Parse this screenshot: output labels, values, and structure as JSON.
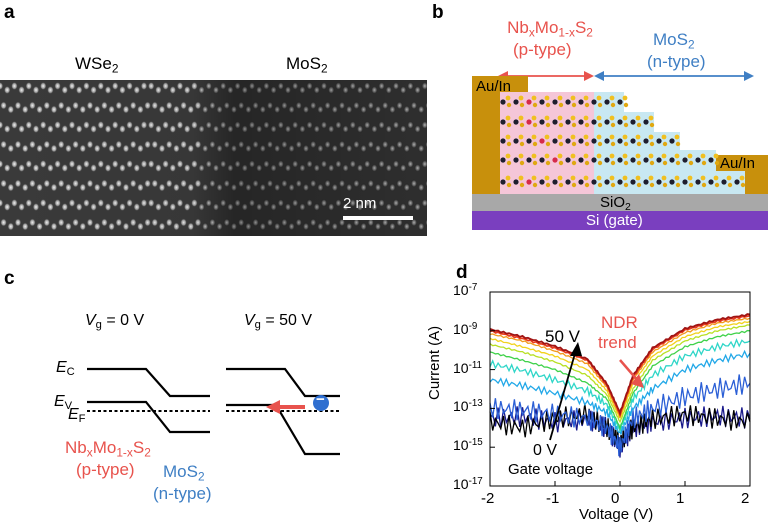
{
  "panel_a": {
    "letter": "a",
    "left_material": "WSe",
    "left_material_sub": "2",
    "right_material": "MoS",
    "right_material_sub": "2",
    "scale_bar": "2 nm"
  },
  "panel_b": {
    "letter": "b",
    "p_label_main": "Nb",
    "p_label_x": "x",
    "p_label_mo": "Mo",
    "p_label_1x": "1-x",
    "p_label_s": "S",
    "p_label_2": "2",
    "p_type": "(p-type)",
    "n_label": "MoS",
    "n_label_sub": "2",
    "n_type": "(n-type)",
    "contact_left": "Au/In",
    "contact_right": "Au/In",
    "oxide": "SiO",
    "oxide_sub": "2",
    "gate": "Si (gate)",
    "colors": {
      "p_region": "#f5c6d8",
      "n_region": "#c8e8f2",
      "contact": "#c8900c",
      "oxide": "#a8a8a8",
      "gate": "#7a3fbf",
      "p_text": "#e8534d",
      "n_text": "#3f7fc4"
    }
  },
  "panel_c": {
    "letter": "c",
    "v0_V": "V",
    "v0_g": "g",
    "v0_rest": " = 0 V",
    "v50_V": "V",
    "v50_g": "g",
    "v50_rest": " = 50 V",
    "ec": "E",
    "ec_sub": "C",
    "ev": "E",
    "ev_sub": "V",
    "ef": "E",
    "ef_sub": "F",
    "electron": "−",
    "p_label_main": "Nb",
    "p_label_x": "x",
    "p_label_mo": "Mo",
    "p_label_1x": "1-x",
    "p_label_s": "S",
    "p_label_2": "2",
    "p_type": "(p-type)",
    "n_label": "MoS",
    "n_label_sub": "2",
    "n_type": "(n-type)"
  },
  "panel_d": {
    "letter": "d",
    "annotation_50v": "50 V",
    "annotation_0v": "0 V",
    "annotation_gate": "Gate voltage",
    "annotation_ndr_1": "NDR",
    "annotation_ndr_2": "trend",
    "xlabel": "Voltage (V)",
    "ylabel": "Current (A)",
    "x_ticks": [
      "-2",
      "-1",
      "0",
      "1",
      "2"
    ],
    "y_tick_base": "10",
    "y_tick_exponents": [
      "-7",
      "-9",
      "-11",
      "-13",
      "-15",
      "-17"
    ]
  },
  "chart_data": {
    "type": "line",
    "title": "",
    "xlabel": "Voltage (V)",
    "ylabel": "Current (A)",
    "xlim": [
      -2,
      2
    ],
    "ylim": [
      1e-17,
      1e-07
    ],
    "y_scale": "log",
    "grid": false,
    "x": [
      -2,
      -1.5,
      -1,
      -0.5,
      -0.2,
      0,
      0.2,
      0.5,
      1,
      1.5,
      2
    ],
    "series": [
      {
        "color": "#1a1a8c",
        "values": [
          3e-14,
          4e-14,
          2e-14,
          3e-14,
          1e-14,
          1e-15,
          1e-14,
          2e-14,
          3e-14,
          4e-14,
          3e-14
        ]
      },
      {
        "color": "#000000",
        "values": [
          2e-14,
          1e-14,
          3e-14,
          5e-14,
          1e-14,
          2e-15,
          1e-14,
          3e-14,
          5e-14,
          3e-14,
          2e-14
        ]
      },
      {
        "color": "#2b5fd6",
        "values": [
          1e-13,
          8e-14,
          5e-14,
          3e-14,
          1e-14,
          1e-15,
          3e-14,
          1e-13,
          4e-13,
          1e-12,
          2e-12
        ]
      },
      {
        "color": "#22a8e8",
        "values": [
          3e-12,
          1.5e-12,
          6e-13,
          2e-13,
          6e-14,
          5e-15,
          1e-13,
          1e-12,
          1e-11,
          3e-11,
          7e-11
        ]
      },
      {
        "color": "#2fd6c8",
        "values": [
          2e-11,
          9e-12,
          3e-12,
          8e-13,
          1.5e-13,
          8e-15,
          3e-13,
          5e-12,
          5e-11,
          1.5e-10,
          3e-10
        ]
      },
      {
        "color": "#3fd24a",
        "values": [
          8e-11,
          3e-11,
          1e-11,
          2e-12,
          3e-13,
          1e-14,
          6e-13,
          1.5e-11,
          1.5e-10,
          5e-10,
          1e-09
        ]
      },
      {
        "color": "#b8e024",
        "values": [
          2e-10,
          8e-11,
          2.5e-11,
          5e-12,
          5e-13,
          2e-14,
          1e-12,
          3e-11,
          3e-10,
          1e-09,
          2e-09
        ]
      },
      {
        "color": "#f2d21c",
        "values": [
          4e-10,
          1.5e-10,
          5e-11,
          1e-11,
          8e-13,
          3e-14,
          2e-12,
          5e-11,
          5e-10,
          1.6e-09,
          3e-09
        ]
      },
      {
        "color": "#f29a1c",
        "values": [
          7e-10,
          3e-10,
          9e-11,
          2e-11,
          1.2e-12,
          4e-14,
          3e-12,
          8e-11,
          8e-10,
          2.5e-09,
          4.5e-09
        ]
      },
      {
        "color": "#e83a1c",
        "values": [
          1e-09,
          4e-10,
          1.3e-10,
          3e-11,
          1.5e-12,
          5e-14,
          4e-12,
          1.1e-10,
          1.1e-09,
          3.2e-09,
          6e-09
        ]
      },
      {
        "color": "#a01414",
        "values": [
          1.2e-09,
          5e-10,
          1.6e-10,
          3.5e-11,
          1.8e-12,
          6e-14,
          5e-12,
          1.3e-10,
          1.3e-09,
          3.8e-09,
          7e-09
        ]
      }
    ]
  }
}
